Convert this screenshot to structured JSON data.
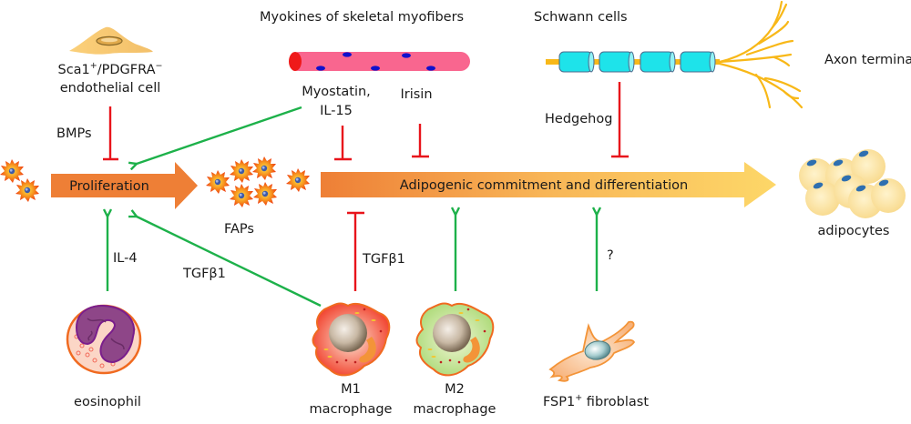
{
  "title": "Regulation of FAP proliferation and adipogenic differentiation",
  "colors": {
    "activation": "#1db14a",
    "inhibition": "#e8141b",
    "proliferation_arrow": "#ee7f36",
    "adipogenic_start": "#ee7f36",
    "adipogenic_end": "#fdd768",
    "myofiber": "#f9668f",
    "myofiber_end": "#ef1a1a",
    "myonuclei": "#1111cc",
    "schwann": "#1ee3ea",
    "axon": "#f8b818",
    "fap_body": "#f57e1a",
    "adipocyte": "#fde3a0"
  },
  "cells": {
    "endothelial": {
      "line1_main": "Sca1",
      "line1_sup1": "+",
      "line1_mid": "/PDGFRA",
      "line1_sup2": "−",
      "line2": "endothelial cell"
    },
    "myofibers": {
      "label": "Myokines of skeletal myofibers"
    },
    "schwann": {
      "label": "Schwann cells"
    },
    "axon": {
      "label": "Axon terminals"
    },
    "faps": {
      "label": "FAPs"
    },
    "adipocytes": {
      "label": "adipocytes"
    },
    "eosinophil": {
      "label": "eosinophil"
    },
    "m1": {
      "line1": "M1",
      "line2": "macrophage"
    },
    "m2": {
      "line1": "M2",
      "line2": "macrophage"
    },
    "fibroblast": {
      "main": "FSP1",
      "sup": "+",
      "rest": " fibroblast"
    }
  },
  "processes": {
    "proliferation": "Proliferation",
    "adipogenic": "Adipogenic commitment and differentiation"
  },
  "signals": {
    "bmps": "BMPs",
    "myostatin_line1": "Myostatin,",
    "myostatin_line2": "IL-15",
    "irisin": "Irisin",
    "hedgehog": "Hedgehog",
    "il4": "IL-4",
    "tgfb1_eos_path": "TGFβ1",
    "tgfb1_m1": "TGFβ1",
    "unknown": "?"
  },
  "interactions": [
    {
      "from": "endothelial cell",
      "to": "Proliferation",
      "signal": "BMPs",
      "type": "inhibition"
    },
    {
      "from": "Myostatin, IL-15",
      "to": "Proliferation",
      "signal": "Myostatin, IL-15",
      "type": "activation"
    },
    {
      "from": "Myostatin, IL-15",
      "to": "Adipogenic commitment and differentiation",
      "signal": "Myostatin, IL-15",
      "type": "inhibition"
    },
    {
      "from": "Irisin",
      "to": "Adipogenic commitment and differentiation",
      "signal": "Irisin",
      "type": "inhibition"
    },
    {
      "from": "Schwann cells",
      "to": "Adipogenic commitment and differentiation",
      "signal": "Hedgehog",
      "type": "inhibition"
    },
    {
      "from": "eosinophil",
      "to": "Proliferation",
      "signal": "IL-4",
      "type": "activation"
    },
    {
      "from": "M1 macrophage",
      "to": "Proliferation",
      "signal": "TGFβ1",
      "type": "activation"
    },
    {
      "from": "M1 macrophage",
      "to": "Adipogenic commitment and differentiation",
      "signal": "TGFβ1",
      "type": "inhibition"
    },
    {
      "from": "M2 macrophage",
      "to": "Adipogenic commitment and differentiation",
      "signal": "",
      "type": "activation"
    },
    {
      "from": "FSP1+ fibroblast",
      "to": "Adipogenic commitment and differentiation",
      "signal": "?",
      "type": "activation"
    }
  ]
}
